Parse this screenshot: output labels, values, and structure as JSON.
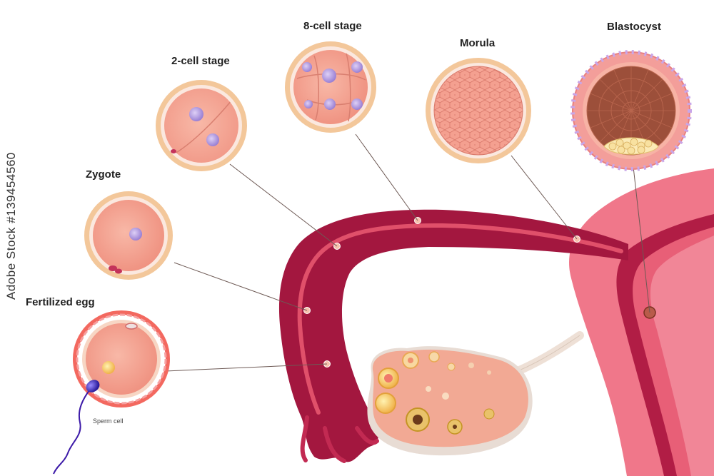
{
  "labels": {
    "fertilized_egg": "Fertilized egg",
    "zygote": "Zygote",
    "two_cell": "2-cell stage",
    "eight_cell": "8-cell stage",
    "morula": "Morula",
    "blastocyst": "Blastocyst",
    "sperm_cell": "Sperm cell"
  },
  "watermark": {
    "brand": "Adobe Stock",
    "id_text": "#139454560"
  },
  "colors": {
    "tube_dark": "#a3173f",
    "tube_light": "#e0506a",
    "uterus_pink": "#f0778a",
    "cell_fill": "#f3a595",
    "zona": "#f6c9a9",
    "ovary": "#f2a994",
    "nucleus": "#b9a3e0"
  }
}
